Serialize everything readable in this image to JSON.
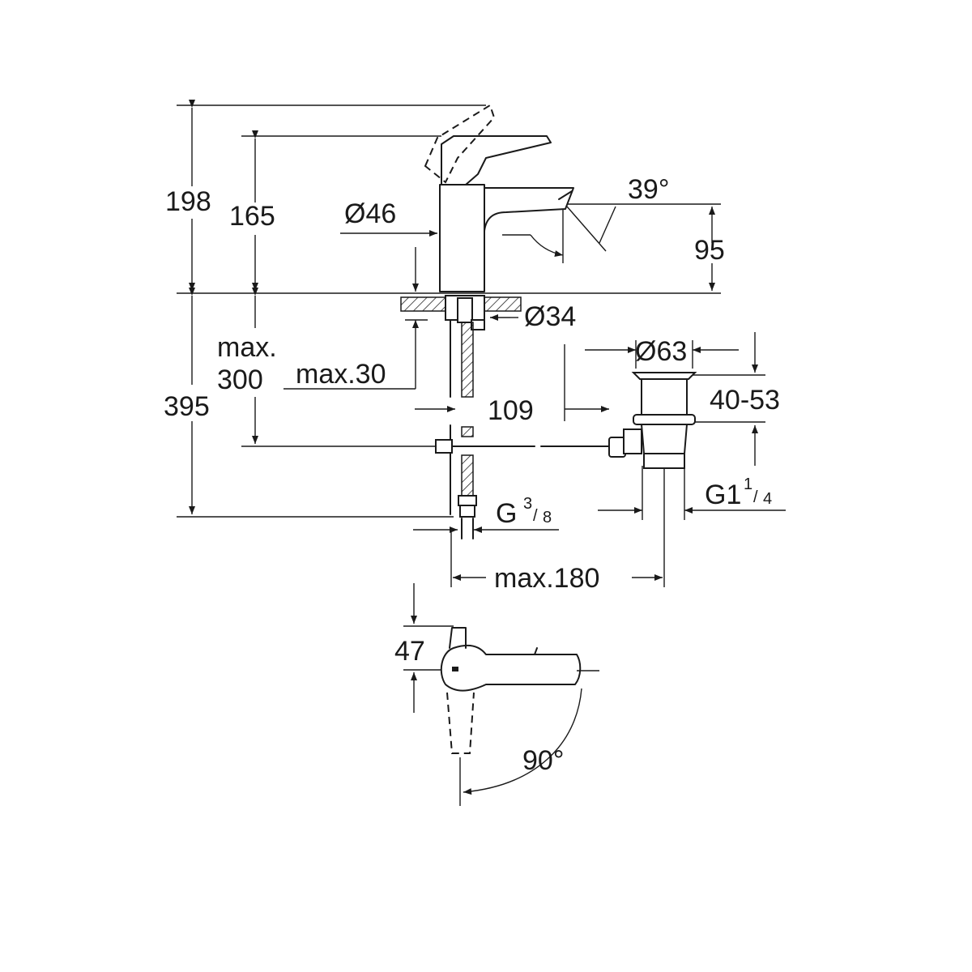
{
  "dimensions": {
    "total_height": "198",
    "spout_height": "165",
    "body_diameter": "Ø46",
    "lever_angle": "39°",
    "outlet_height": "95",
    "hole_diameter": "Ø34",
    "max_deck_label_1": "max.",
    "max_deck_label_2": "300",
    "max_deck_thickness": "max.30",
    "below_deck_height": "395",
    "drain_diameter": "Ø63",
    "drain_offset": "109",
    "drain_range": "40-53",
    "drain_thread_main": "G1",
    "drain_thread_num": "1",
    "drain_thread_den": "4",
    "supply_thread_main": "G",
    "supply_thread_num": "3",
    "supply_thread_den": "8",
    "max_distance": "max.180",
    "top_view_width": "47",
    "swivel_angle": "90°"
  }
}
